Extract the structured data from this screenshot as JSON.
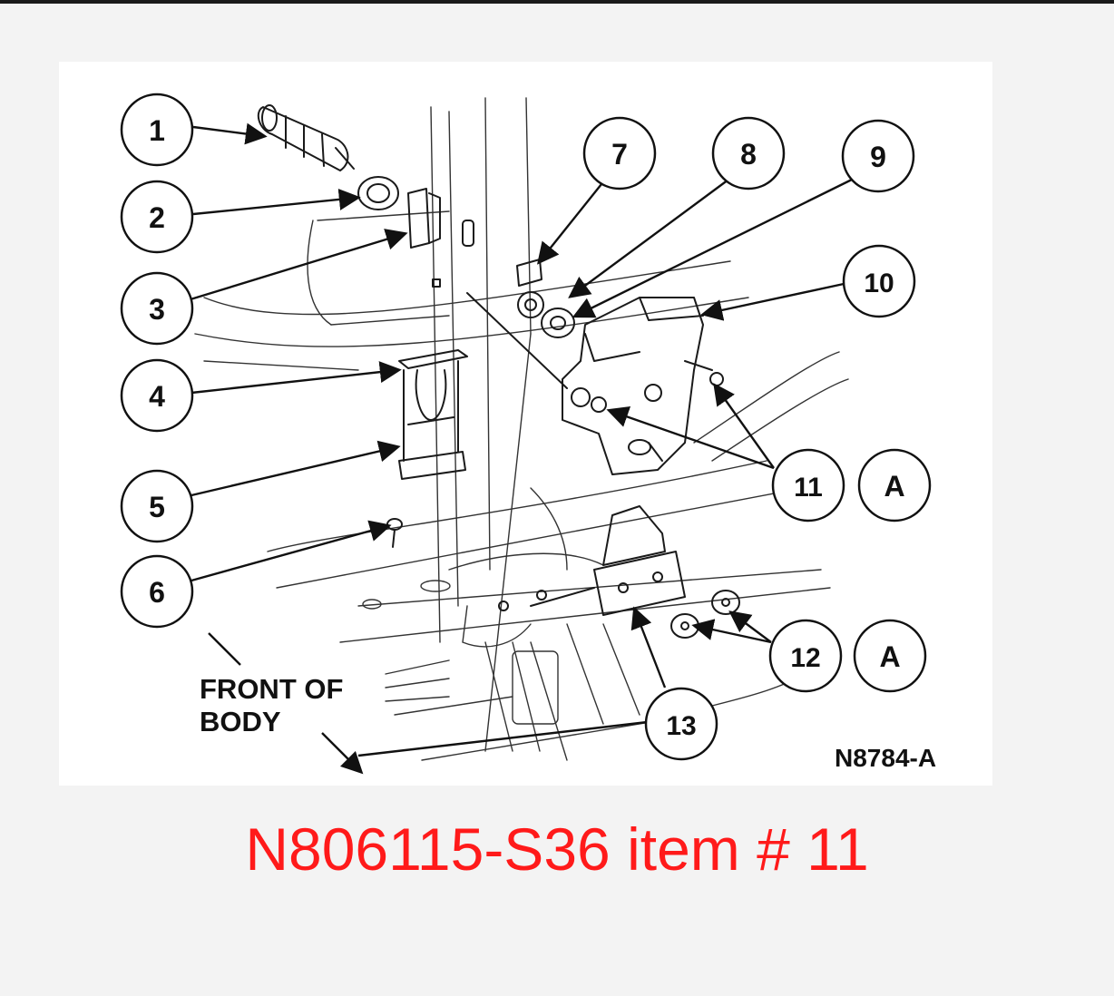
{
  "diagram": {
    "callouts": [
      {
        "id": "1",
        "label": "1"
      },
      {
        "id": "2",
        "label": "2"
      },
      {
        "id": "3",
        "label": "3"
      },
      {
        "id": "4",
        "label": "4"
      },
      {
        "id": "5",
        "label": "5"
      },
      {
        "id": "6",
        "label": "6"
      },
      {
        "id": "7",
        "label": "7"
      },
      {
        "id": "8",
        "label": "8"
      },
      {
        "id": "9",
        "label": "9"
      },
      {
        "id": "10",
        "label": "10"
      },
      {
        "id": "11",
        "label": "11"
      },
      {
        "id": "11A",
        "label": "A"
      },
      {
        "id": "12",
        "label": "12"
      },
      {
        "id": "12A",
        "label": "A"
      },
      {
        "id": "13",
        "label": "13"
      }
    ],
    "front_label_line1": "FRONT OF",
    "front_label_line2": "BODY",
    "figure_code": "N8784-A"
  },
  "caption": "N806115-S36 item # 11",
  "colors": {
    "caption": "#ff1a1a",
    "background": "#f3f3f3",
    "panel": "#ffffff"
  }
}
